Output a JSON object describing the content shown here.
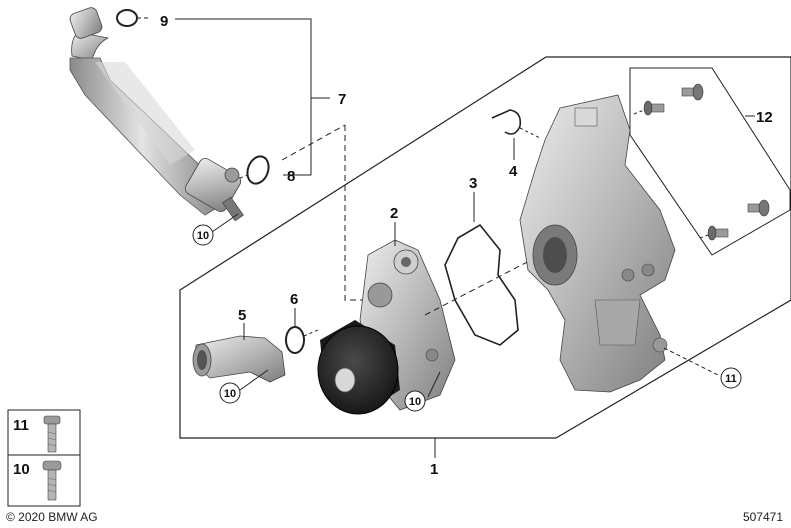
{
  "callouts": {
    "c1": "1",
    "c2": "2",
    "c3": "3",
    "c4": "4",
    "c5": "5",
    "c6": "6",
    "c7": "7",
    "c8": "8",
    "c9": "9",
    "c12": "12",
    "c10a": "10",
    "c10b": "10",
    "c10c": "10",
    "c11a": "11"
  },
  "legend": {
    "row1": "11",
    "row2": "10"
  },
  "footer": {
    "copyright": "© 2020 BMW AG",
    "diagram_id": "507471"
  }
}
